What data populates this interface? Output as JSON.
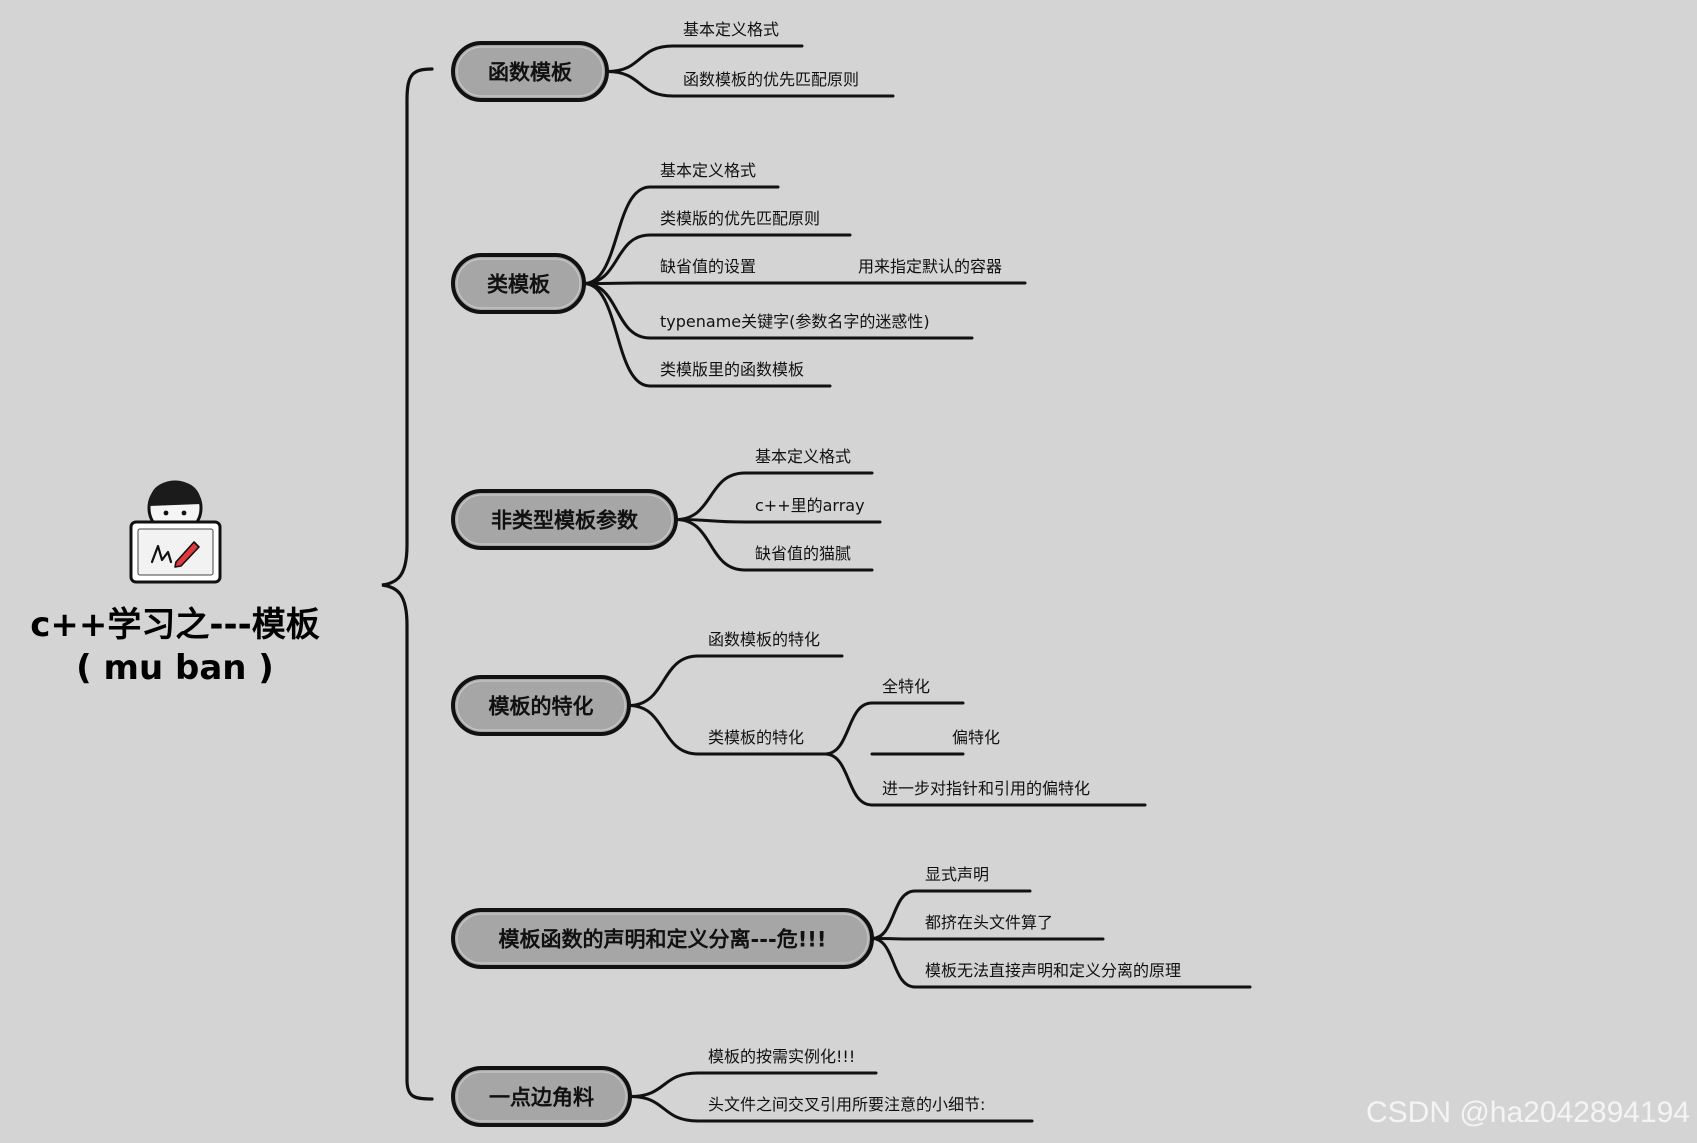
{
  "root": {
    "title_line1": "c++学习之---模板",
    "title_line2": "( mu ban )"
  },
  "branches": [
    {
      "label": "函数模板",
      "children": [
        {
          "label": "基本定义格式"
        },
        {
          "label": "函数模板的优先匹配原则"
        }
      ]
    },
    {
      "label": "类模板",
      "children": [
        {
          "label": "基本定义格式"
        },
        {
          "label": "类模版的优先匹配原则"
        },
        {
          "label": "缺省值的设置",
          "children": [
            {
              "label": "用来指定默认的容器"
            }
          ]
        },
        {
          "label": "typename关键字(参数名字的迷惑性)"
        },
        {
          "label": "类模版里的函数模板"
        }
      ]
    },
    {
      "label": "非类型模板参数",
      "children": [
        {
          "label": "基本定义格式"
        },
        {
          "label": "c++里的array"
        },
        {
          "label": "缺省值的猫腻"
        }
      ]
    },
    {
      "label": "模板的特化",
      "children": [
        {
          "label": "函数模板的特化"
        },
        {
          "label": "类模板的特化",
          "children": [
            {
              "label": "全特化"
            },
            {
              "label": "偏特化"
            },
            {
              "label": "进一步对指针和引用的偏特化"
            }
          ]
        }
      ]
    },
    {
      "label": "模板函数的声明和定义分离---危!!!",
      "children": [
        {
          "label": "显式声明"
        },
        {
          "label": "都挤在头文件算了"
        },
        {
          "label": "模板无法直接声明和定义分离的原理"
        }
      ]
    },
    {
      "label": "一点边角料",
      "children": [
        {
          "label": "模板的按需实例化!!!"
        },
        {
          "label": "头文件之间交叉引用所要注意的小细节:"
        }
      ]
    }
  ],
  "watermark": "CSDN @ha2042894194",
  "colors": {
    "background": "#d4d4d4",
    "branch_fill": "#a6a6a6",
    "line": "#111111",
    "icon_pen": "#e0393e"
  },
  "icons": [
    "character-laptop-icon"
  ]
}
